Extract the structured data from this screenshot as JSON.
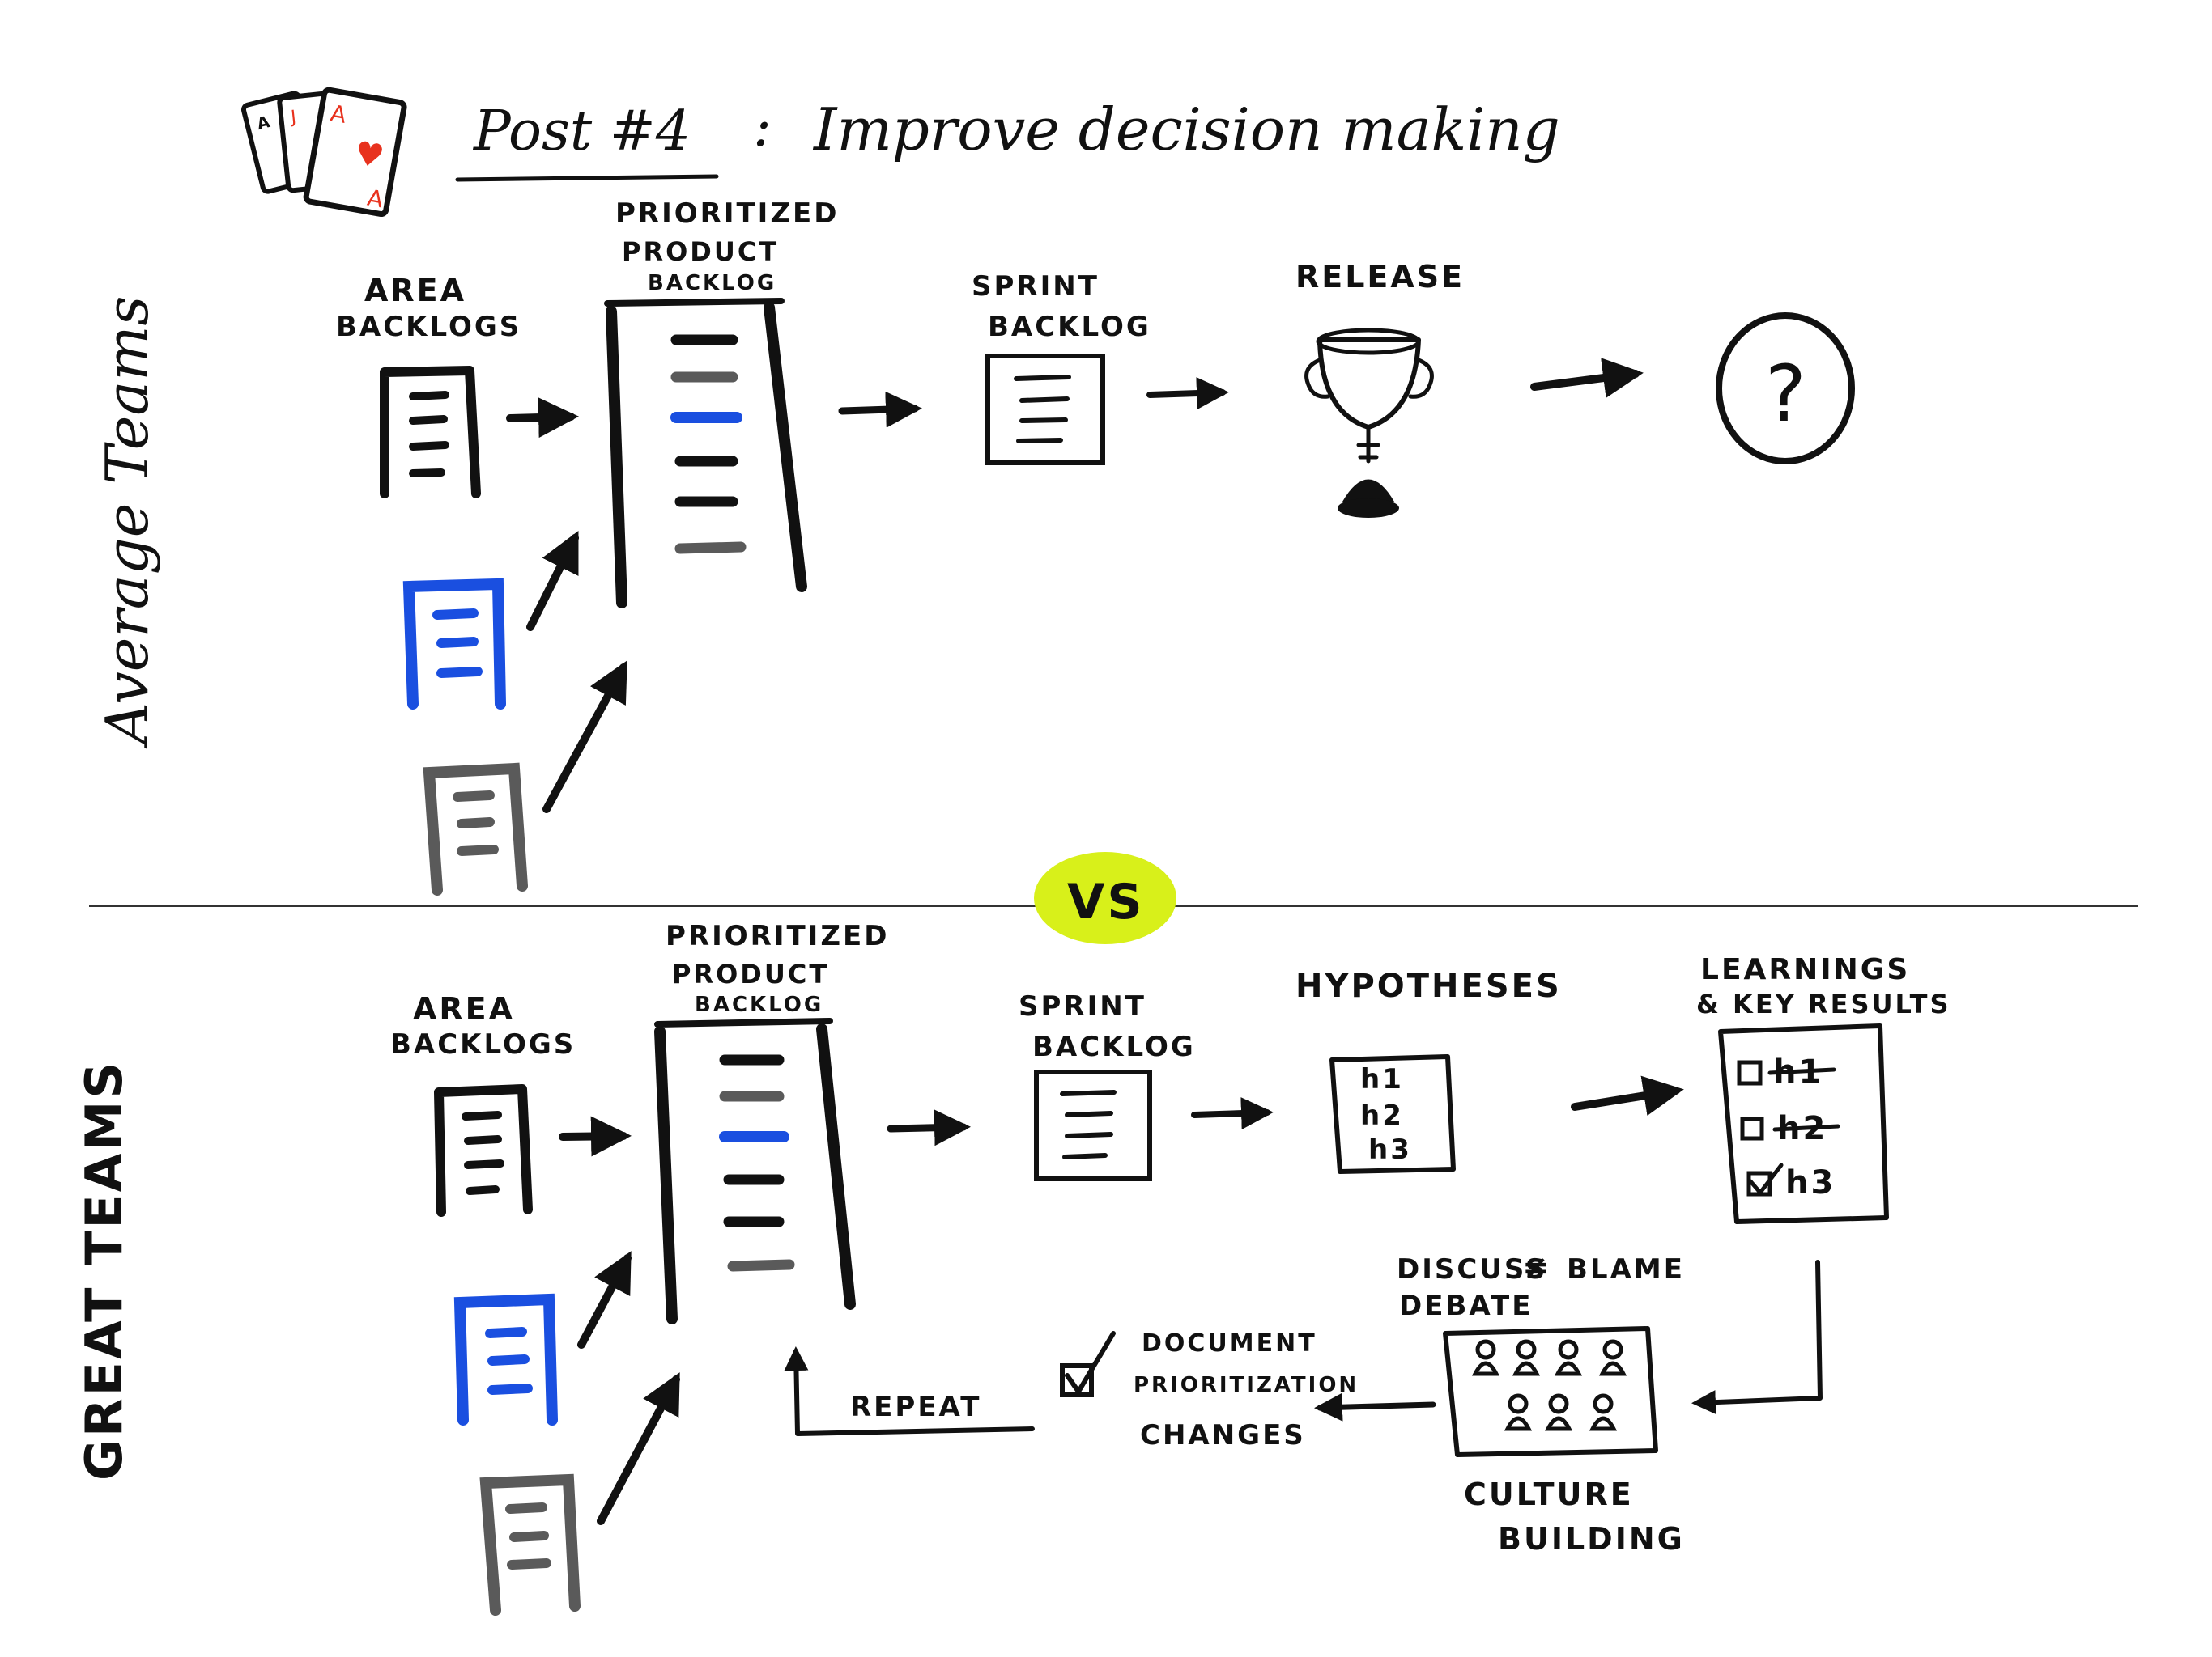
{
  "colors": {
    "ink": "#111111",
    "blue": "#1a4fe0",
    "gray": "#5a5a5a",
    "highlight": "#d8f01a",
    "red": "#e8321e"
  },
  "title": {
    "post": "Post #4",
    "colon": ":",
    "text": "Improve decision making"
  },
  "cards": {
    "icon": "playing-cards-icon",
    "letters": [
      "A",
      "J",
      "A",
      "A"
    ]
  },
  "divider": {
    "label": "VS"
  },
  "average": {
    "side_label": "Average Teams",
    "area_backlogs": [
      "AREA",
      "BACKLOGS"
    ],
    "prioritized": [
      "PRIORITIZED",
      "PRODUCT",
      "BACKLOG"
    ],
    "sprint": [
      "SPRINT",
      "BACKLOG"
    ],
    "release": "RELEASE",
    "unknown": "?"
  },
  "great": {
    "side_label": "GREAT TEAMS",
    "area_backlogs": [
      "AREA",
      "BACKLOGS"
    ],
    "prioritized": [
      "PRIORITIZED",
      "PRODUCT",
      "BACKLOG"
    ],
    "sprint": [
      "SPRINT",
      "BACKLOG"
    ],
    "hypotheses": "HYPOTHESES",
    "hyp_items": [
      "h1",
      "h2",
      "h3"
    ],
    "learnings": [
      "LEARNINGS",
      "& KEY RESULTS"
    ],
    "learn_items": [
      "h1",
      "h2",
      "h3"
    ],
    "discuss": "DISCUSS",
    "neq": "≠",
    "blame": "BLAME",
    "debate": "DEBATE",
    "culture": [
      "CULTURE",
      "BUILDING"
    ],
    "document": [
      "DOCUMENT",
      "PRIORITIZATION",
      "CHANGES"
    ],
    "repeat": "REPEAT"
  }
}
